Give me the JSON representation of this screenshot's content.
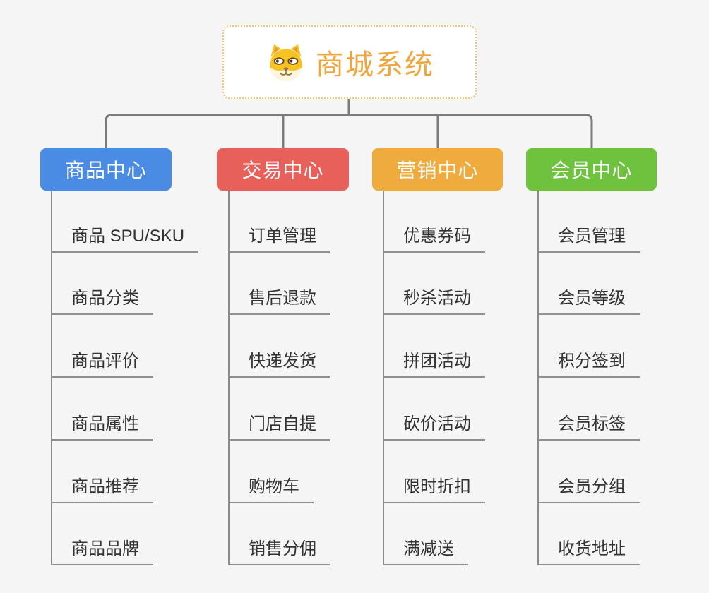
{
  "root": {
    "title": "商城系统",
    "icon": "dog-face-icon"
  },
  "branches": [
    {
      "label": "商品中心",
      "color": "#4a8be4",
      "items": [
        "商品 SPU/SKU",
        "商品分类",
        "商品评价",
        "商品属性",
        "商品推荐",
        "商品品牌"
      ]
    },
    {
      "label": "交易中心",
      "color": "#e8605a",
      "items": [
        "订单管理",
        "售后退款",
        "快递发货",
        "门店自提",
        "购物车",
        "销售分佣"
      ]
    },
    {
      "label": "营销中心",
      "color": "#efab3e",
      "items": [
        "优惠券码",
        "秒杀活动",
        "拼团活动",
        "砍价活动",
        "限时折扣",
        "满减送"
      ]
    },
    {
      "label": "会员中心",
      "color": "#6ec23e",
      "items": [
        "会员管理",
        "会员等级",
        "积分签到",
        "会员标签",
        "会员分组",
        "收货地址"
      ]
    }
  ],
  "colors": {
    "background": "#f5f5f5",
    "root_border": "#f3c577",
    "root_title": "#f0a63c",
    "connector_line": "#7b7b7b",
    "leaf_underline": "#8f8f8f",
    "leaf_text": "#333333"
  }
}
